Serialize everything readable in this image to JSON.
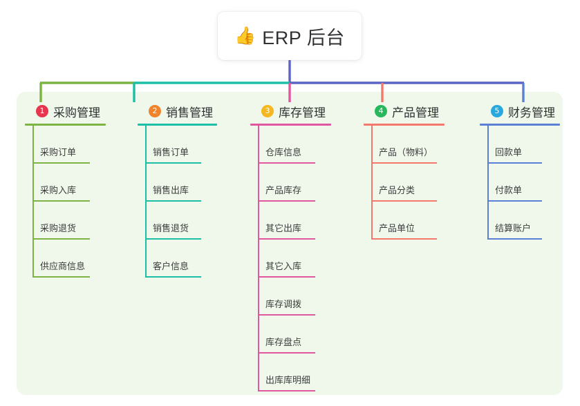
{
  "root": {
    "icon": "thumbs-up-emoji",
    "emoji": "👍",
    "title": "ERP 后台"
  },
  "palette": {
    "panel_background": "#eff8ea",
    "page_background": "#ffffff",
    "trunk": "#5b63c7",
    "column1": "#7cb342",
    "column2": "#1bbfa5",
    "column3": "#e0569f",
    "column4": "#f4796c",
    "column5": "#5b7fd4"
  },
  "columns": [
    {
      "number": "1",
      "title": "采购管理",
      "badge_color": "#e8354e",
      "line_color": "#7cb342",
      "items": [
        "采购订单",
        "采购入库",
        "采购退货",
        "供应商信息"
      ]
    },
    {
      "number": "2",
      "title": "销售管理",
      "badge_color": "#f0842c",
      "line_color": "#1bbfa5",
      "items": [
        "销售订单",
        "销售出库",
        "销售退货",
        "客户信息"
      ]
    },
    {
      "number": "3",
      "title": "库存管理",
      "badge_color": "#f5b820",
      "line_color": "#e0569f",
      "items": [
        "仓库信息",
        "产品库存",
        "其它出库",
        "其它入库",
        "库存调拨",
        "库存盘点",
        "出库库明细"
      ]
    },
    {
      "number": "4",
      "title": "产品管理",
      "badge_color": "#27b85c",
      "line_color": "#f4796c",
      "items": [
        "产品（物料）",
        "产品分类",
        "产品单位"
      ]
    },
    {
      "number": "5",
      "title": "财务管理",
      "badge_color": "#29a8e0",
      "line_color": "#5b7fd4",
      "items": [
        "回款单",
        "付款单",
        "结算账户"
      ]
    }
  ]
}
